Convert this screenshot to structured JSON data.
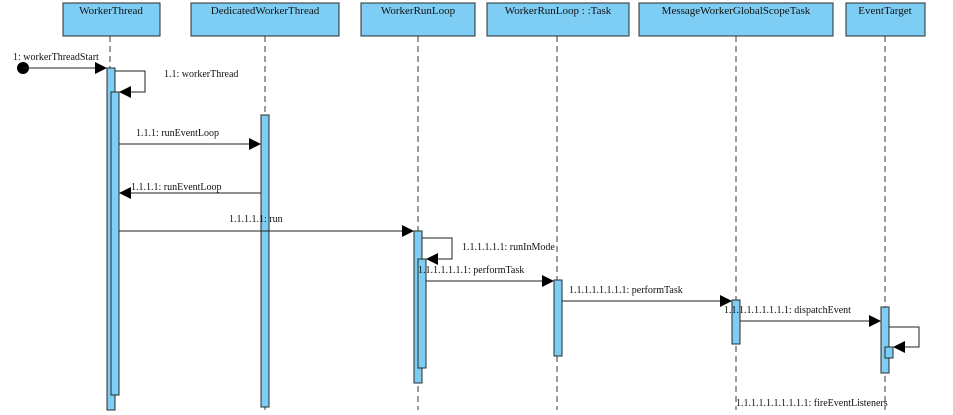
{
  "participants": [
    {
      "id": "p0",
      "label": "WorkerThread"
    },
    {
      "id": "p1",
      "label": "DedicatedWorkerThread"
    },
    {
      "id": "p2",
      "label": "WorkerRunLoop"
    },
    {
      "id": "p3",
      "label": "WorkerRunLoop : :Task"
    },
    {
      "id": "p4",
      "label": "MessageWorkerGlobalScopeTask"
    },
    {
      "id": "p5",
      "label": "EventTarget"
    }
  ],
  "messages": [
    {
      "id": "m0",
      "label": "1: workerThreadStart"
    },
    {
      "id": "m1",
      "label": "1.1: workerThread"
    },
    {
      "id": "m2",
      "label": "1.1.1: runEventLoop"
    },
    {
      "id": "m3",
      "label": "1.1.1.1: runEventLoop"
    },
    {
      "id": "m4",
      "label": "1.1.1.1.1: run"
    },
    {
      "id": "m5",
      "label": "1.1.1.1.1.1: runInMode"
    },
    {
      "id": "m6",
      "label": "1.1.1.1.1.1.1: performTask"
    },
    {
      "id": "m7",
      "label": "1.1.1.1.1.1.1.1: performTask"
    },
    {
      "id": "m8",
      "label": "1.1.1.1.1.1.1.1.1: dispatchEvent"
    },
    {
      "id": "m9",
      "label": "1.1.1.1.1.1.1.1.1.1: fireEventListeners"
    }
  ],
  "colors": {
    "box_fill": "#7ecdf4",
    "box_stroke": "#2a2a2a",
    "lifeline": "#666666",
    "arrow": "#000000"
  }
}
